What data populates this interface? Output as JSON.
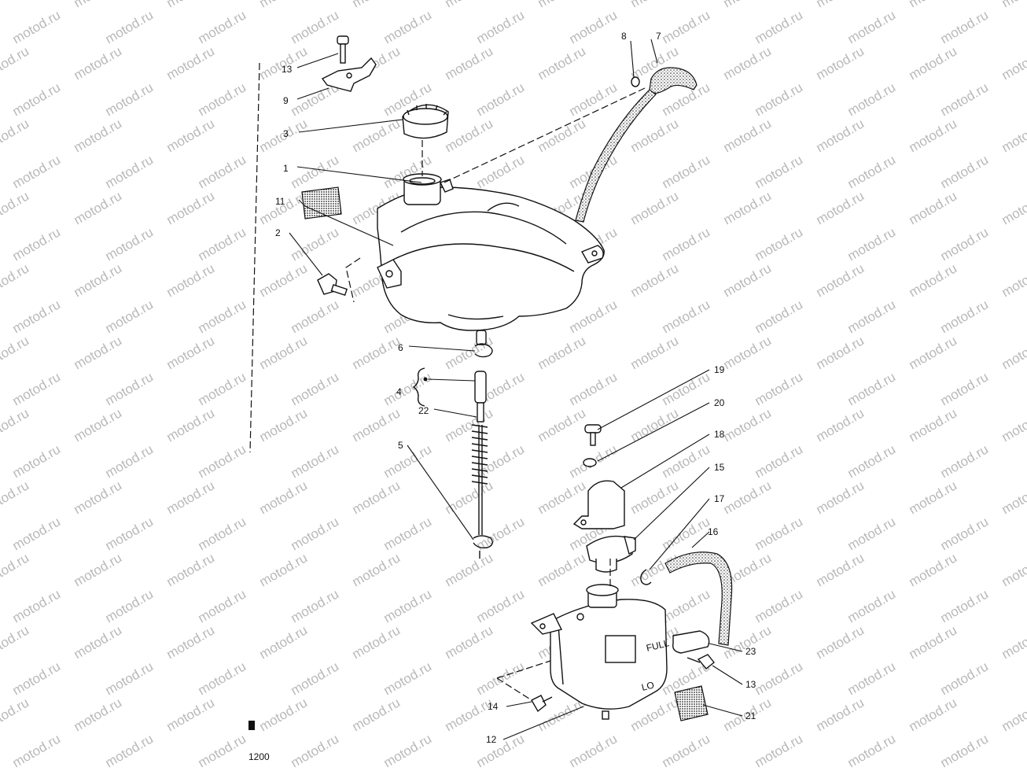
{
  "watermark": {
    "text": "motod.ru",
    "color": "#b9b9b9"
  },
  "diagram": {
    "page_code": "1200",
    "tank_markings": {
      "full": "FULL",
      "low": "LO"
    },
    "callouts": [
      {
        "id": "c13a",
        "text": "13"
      },
      {
        "id": "c9",
        "text": "9"
      },
      {
        "id": "c3",
        "text": "3"
      },
      {
        "id": "c1",
        "text": "1"
      },
      {
        "id": "c11",
        "text": "11"
      },
      {
        "id": "c2",
        "text": "2"
      },
      {
        "id": "c8",
        "text": "8"
      },
      {
        "id": "c7",
        "text": "7"
      },
      {
        "id": "c6",
        "text": "6"
      },
      {
        "id": "c4",
        "text": "4"
      },
      {
        "id": "c22",
        "text": "22"
      },
      {
        "id": "c5",
        "text": "5"
      },
      {
        "id": "c19",
        "text": "19"
      },
      {
        "id": "c20",
        "text": "20"
      },
      {
        "id": "c18",
        "text": "18"
      },
      {
        "id": "c15",
        "text": "15"
      },
      {
        "id": "c17",
        "text": "17"
      },
      {
        "id": "c16",
        "text": "16"
      },
      {
        "id": "c23",
        "text": "23"
      },
      {
        "id": "c13b",
        "text": "13"
      },
      {
        "id": "c21",
        "text": "21"
      },
      {
        "id": "c14",
        "text": "14"
      },
      {
        "id": "c12",
        "text": "12"
      }
    ]
  }
}
